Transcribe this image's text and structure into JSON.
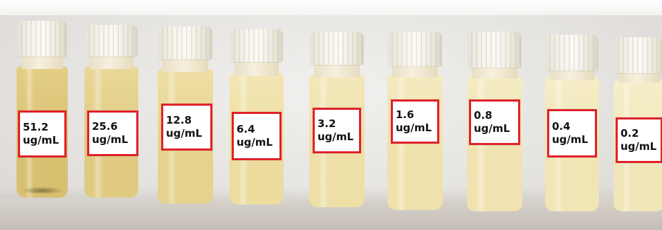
{
  "vials": [
    {
      "value": "51.2",
      "unit": "ug/mL",
      "liquid": "#d9c070",
      "liquid_top": "#e4cf86"
    },
    {
      "value": "25.6",
      "unit": "ug/mL",
      "liquid": "#e0ca82",
      "liquid_top": "#e9d898"
    },
    {
      "value": "12.8",
      "unit": "ug/mL",
      "liquid": "#e6d28d",
      "liquid_top": "#eedfa5"
    },
    {
      "value": "6.4",
      "unit": "ug/mL",
      "liquid": "#ecdc9e",
      "liquid_top": "#f2e6b4"
    },
    {
      "value": "3.2",
      "unit": "ug/mL",
      "liquid": "#eedfa6",
      "liquid_top": "#f3e8bb"
    },
    {
      "value": "1.6",
      "unit": "ug/mL",
      "liquid": "#efe1ac",
      "liquid_top": "#f4eac0"
    },
    {
      "value": "0.8",
      "unit": "ug/mL",
      "liquid": "#f0e3b1",
      "liquid_top": "#f5ecc4"
    },
    {
      "value": "0.4",
      "unit": "ug/mL",
      "liquid": "#f1e5b5",
      "liquid_top": "#f6edc7"
    },
    {
      "value": "0.2",
      "unit": "ug/mL",
      "liquid": "#f1e6b8",
      "liquid_top": "#f6eec9"
    }
  ],
  "colors": {
    "label_border": "#e0202a",
    "background": "#e6e4e1"
  }
}
